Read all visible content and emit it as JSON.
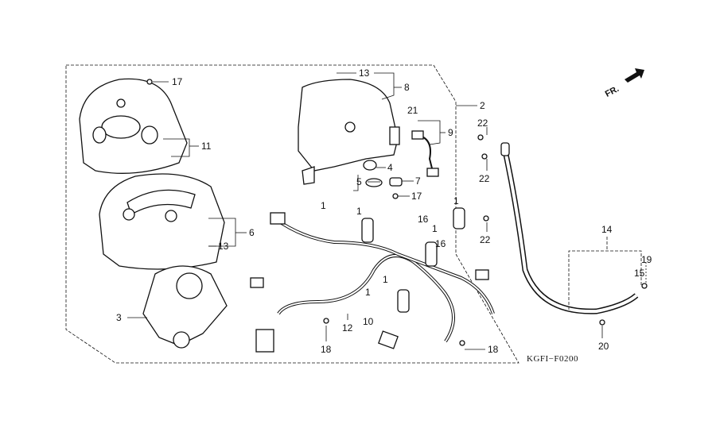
{
  "diagram": {
    "drawing_code": "KGFI−F0200",
    "direction_label": "FR.",
    "callouts": {
      "c1a": "1",
      "c1b": "1",
      "c1c": "1",
      "c1d": "1",
      "c1e": "1",
      "c1f": "1",
      "c2": "2",
      "c3": "3",
      "c4": "4",
      "c5": "5",
      "c6": "6",
      "c7": "7",
      "c8": "8",
      "c9": "9",
      "c10": "10",
      "c11": "11",
      "c12": "12",
      "c13a": "13",
      "c13b": "13",
      "c14": "14",
      "c15": "15",
      "c16a": "16",
      "c16b": "16",
      "c17a": "17",
      "c17b": "17",
      "c18a": "18",
      "c18b": "18",
      "c19": "19",
      "c20": "20",
      "c21": "21",
      "c22a": "22",
      "c22b": "22",
      "c22c": "22"
    }
  }
}
